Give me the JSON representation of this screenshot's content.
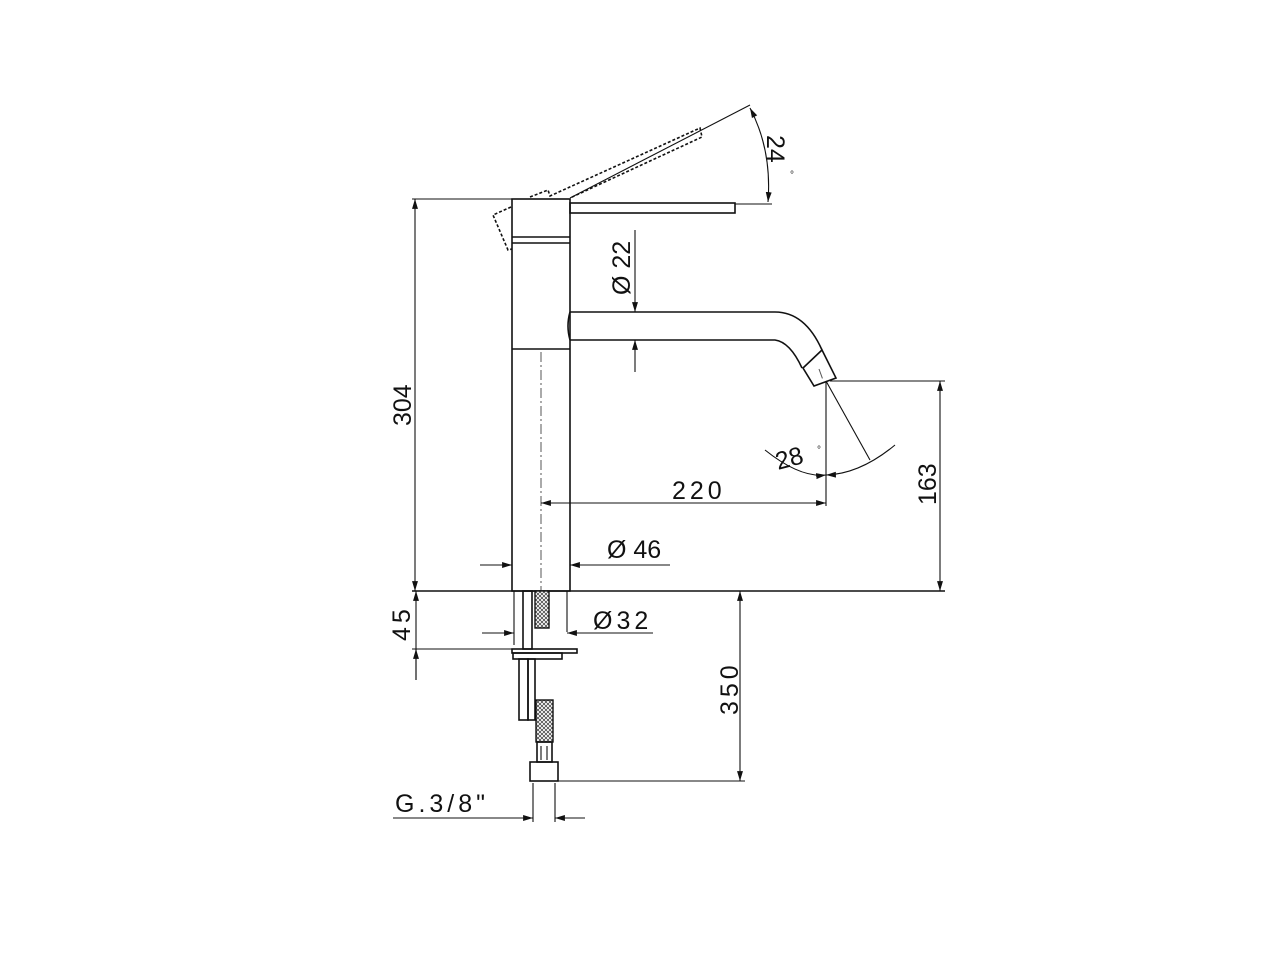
{
  "drawing": {
    "title": "Single-lever basin mixer dimensional drawing",
    "dimensions": {
      "height_total": "304",
      "lever_angle": "24",
      "spout_diameter": "Ø 22",
      "spout_reach": "220",
      "spray_angle": "28",
      "spout_height": "163",
      "body_diameter": "Ø 46",
      "shank_diameter": "Ø32",
      "deck_thickness": "45",
      "hose_length": "350",
      "connection_thread": "G.3/8\""
    },
    "degree_symbol": "°",
    "line_color": "#111111"
  }
}
